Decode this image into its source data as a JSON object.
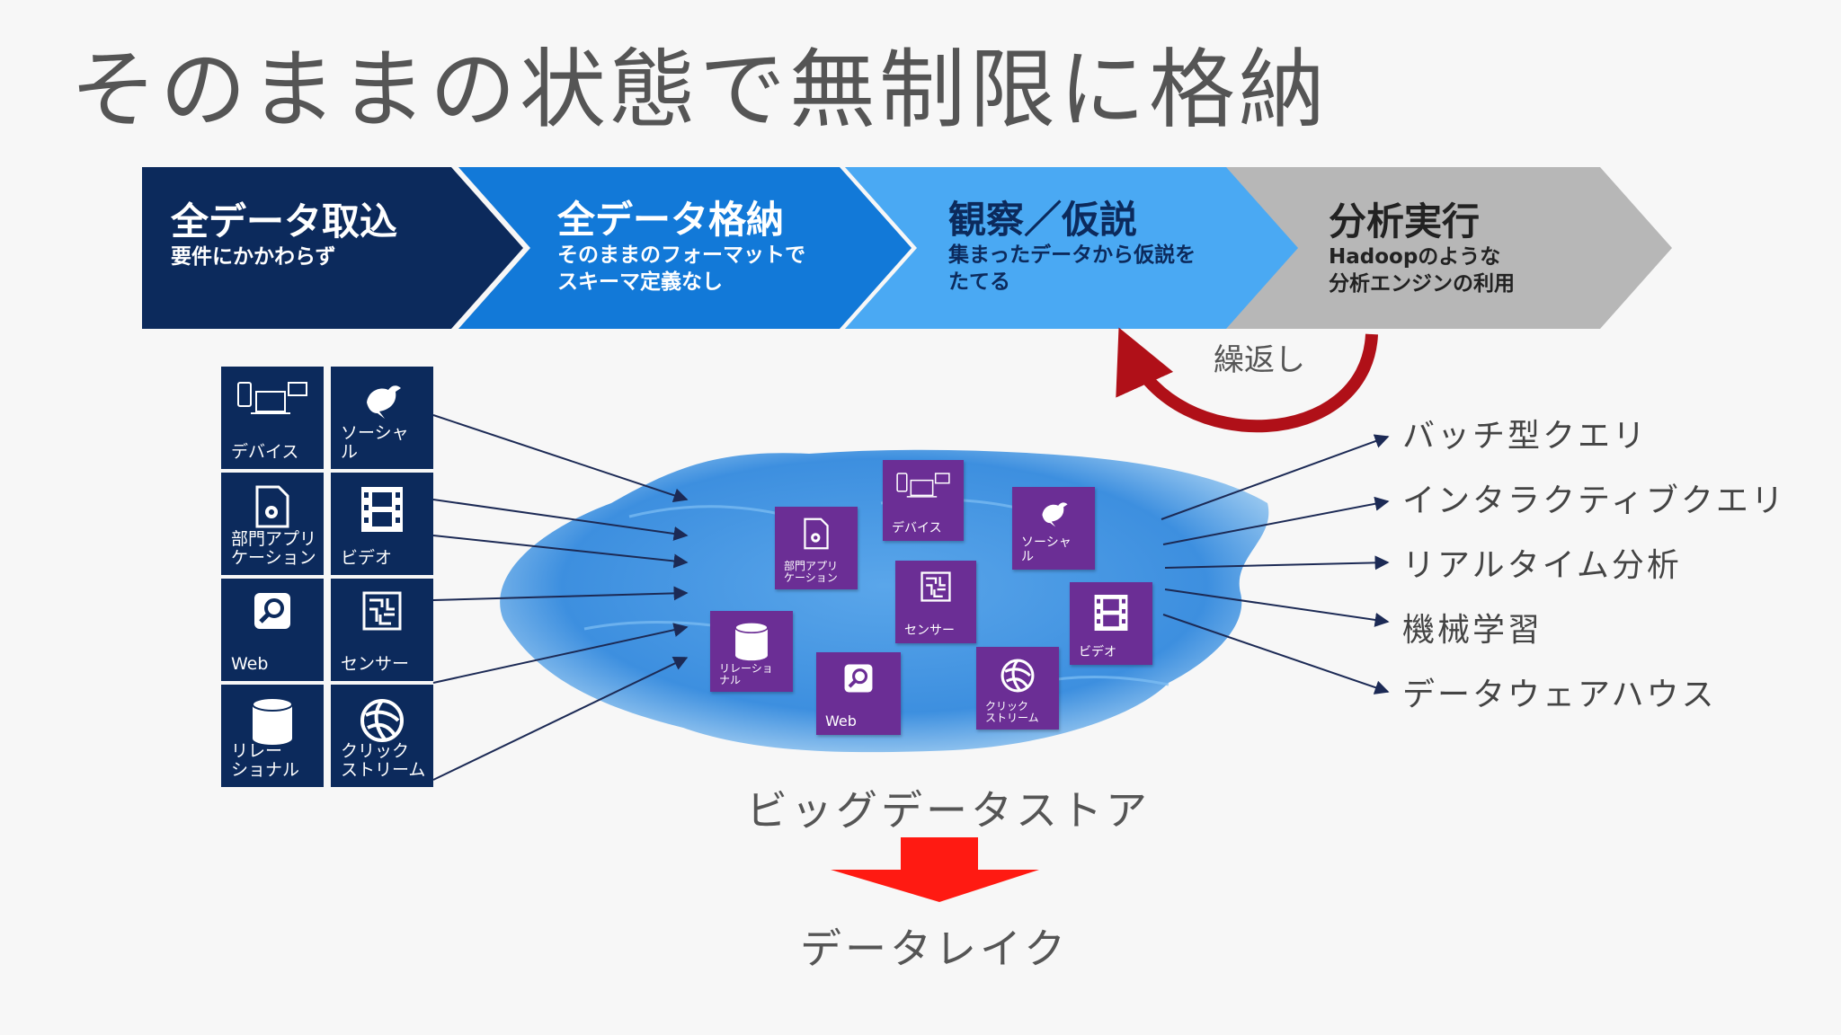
{
  "title": "そのままの状態で無制限に格納",
  "stages": [
    {
      "title": "全データ取込",
      "desc": [
        "要件にかかわらず"
      ],
      "color": "#0c2a5c"
    },
    {
      "title": "全データ格納",
      "desc": [
        "そのままのフォーマットで",
        "スキーマ定義なし"
      ],
      "color": "#1279d8"
    },
    {
      "title": "観察／仮説",
      "desc": [
        "集まったデータから仮説を",
        "たてる"
      ],
      "color": "#4aa9f3"
    },
    {
      "title": "分析実行",
      "desc": [
        "Hadoopのような",
        "分析エンジンの利用"
      ],
      "color": "#b7b7b7"
    }
  ],
  "repeat_label": "繰返し",
  "sources": [
    {
      "label": [
        "デバイス"
      ],
      "icon": "devices-icon"
    },
    {
      "label": [
        "ソーシャ",
        "ル"
      ],
      "icon": "bird-icon"
    },
    {
      "label": [
        "部門アプリ",
        "ケーション"
      ],
      "icon": "app-document-icon"
    },
    {
      "label": [
        "ビデオ"
      ],
      "icon": "film-icon"
    },
    {
      "label": [
        "Web"
      ],
      "icon": "magnifier-icon"
    },
    {
      "label": [
        "センサー"
      ],
      "icon": "circuit-icon"
    },
    {
      "label": [
        "リレー",
        "ショナル"
      ],
      "icon": "database-icon"
    },
    {
      "label": [
        "クリック",
        "ストリーム"
      ],
      "icon": "globe-icon"
    }
  ],
  "lake_tiles": [
    {
      "label": [
        "デバイス"
      ],
      "icon": "devices-icon"
    },
    {
      "label": [
        "部門アプリ",
        "ケーション"
      ],
      "icon": "app-document-icon"
    },
    {
      "label": [
        "ソーシャ",
        "ル"
      ],
      "icon": "bird-icon"
    },
    {
      "label": [
        "センサー"
      ],
      "icon": "circuit-icon"
    },
    {
      "label": [
        "ビデオ"
      ],
      "icon": "film-icon"
    },
    {
      "label": [
        "リレーショ",
        "ナル"
      ],
      "icon": "database-icon"
    },
    {
      "label": [
        "Web"
      ],
      "icon": "magnifier-icon"
    },
    {
      "label": [
        "クリック",
        "ストリーム"
      ],
      "icon": "globe-icon"
    }
  ],
  "outputs": [
    "バッチ型クエリ",
    "インタラクティブクエリ",
    "リアルタイム分析",
    "機械学習",
    "データウェアハウス"
  ],
  "store_label": "ビッグデータストア",
  "result_label": "データレイク",
  "colors": {
    "navy": "#0c2a5c",
    "purple": "#6b2e95",
    "lake": "#5aa6ea",
    "repeat_arrow": "#b01018",
    "down_arrow": "#ff1a12",
    "connector": "#1c2a55"
  }
}
